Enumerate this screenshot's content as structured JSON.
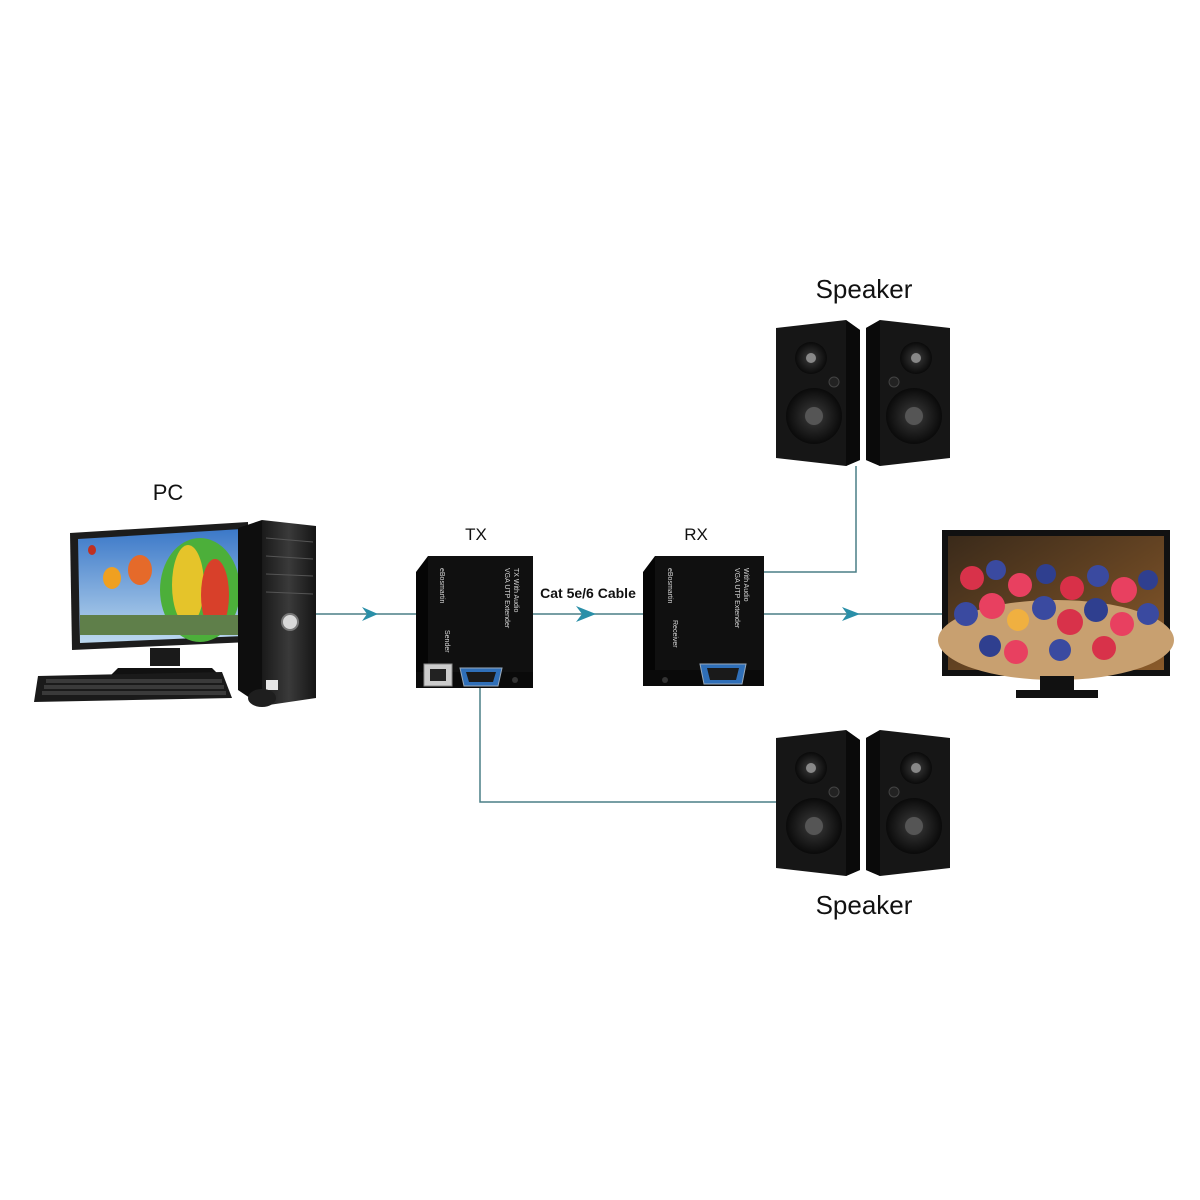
{
  "labels": {
    "pc": "PC",
    "tx": "TX",
    "rx": "RX",
    "cable": "Cat 5e/6 Cable",
    "speaker_top": "Speaker",
    "speaker_bottom": "Speaker"
  },
  "devices": {
    "tx": {
      "brand": "eBosmartin",
      "model": "VGA UTP Extender\nTX With Audio",
      "role": "Sender"
    },
    "rx": {
      "brand": "eBosmartin",
      "model": "VGA UTP Extender\nWith Audio",
      "role": "Receiver"
    }
  },
  "colors": {
    "line": "#4a7f86",
    "arrow": "#2a8fa8",
    "device": "#111111",
    "speaker": "#161616"
  },
  "icons": [
    "arrow-right-icon",
    "pc-icon",
    "monitor-icon",
    "speaker-icon",
    "vga-port-icon",
    "rj45-port-icon"
  ]
}
